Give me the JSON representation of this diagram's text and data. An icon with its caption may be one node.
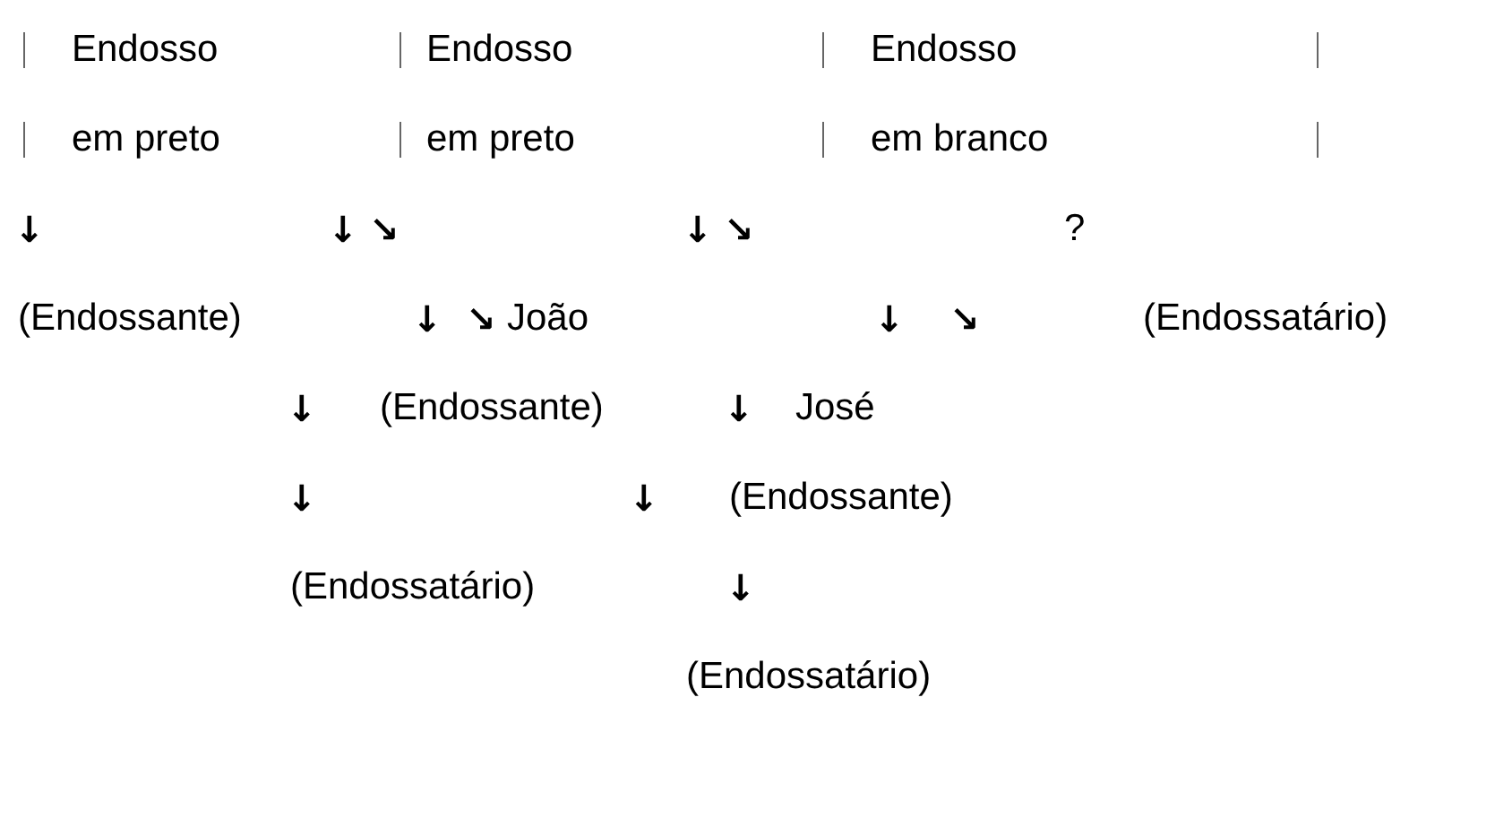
{
  "diagram": {
    "labels": [
      "Endosso",
      "Endosso",
      "Endosso",
      "em preto",
      "em preto",
      "em branco",
      "↓",
      "↓",
      "↘",
      "↓",
      "↘",
      "?",
      "(Endossante)",
      "↓",
      "↘",
      "João",
      "↓",
      "↘",
      "(Endossatário)",
      "↓",
      "(Endossante)",
      "↓",
      "José",
      "↓",
      "↓",
      "(Endossante)",
      "(Endossatário)",
      "↓",
      "(Endossatário)"
    ]
  }
}
